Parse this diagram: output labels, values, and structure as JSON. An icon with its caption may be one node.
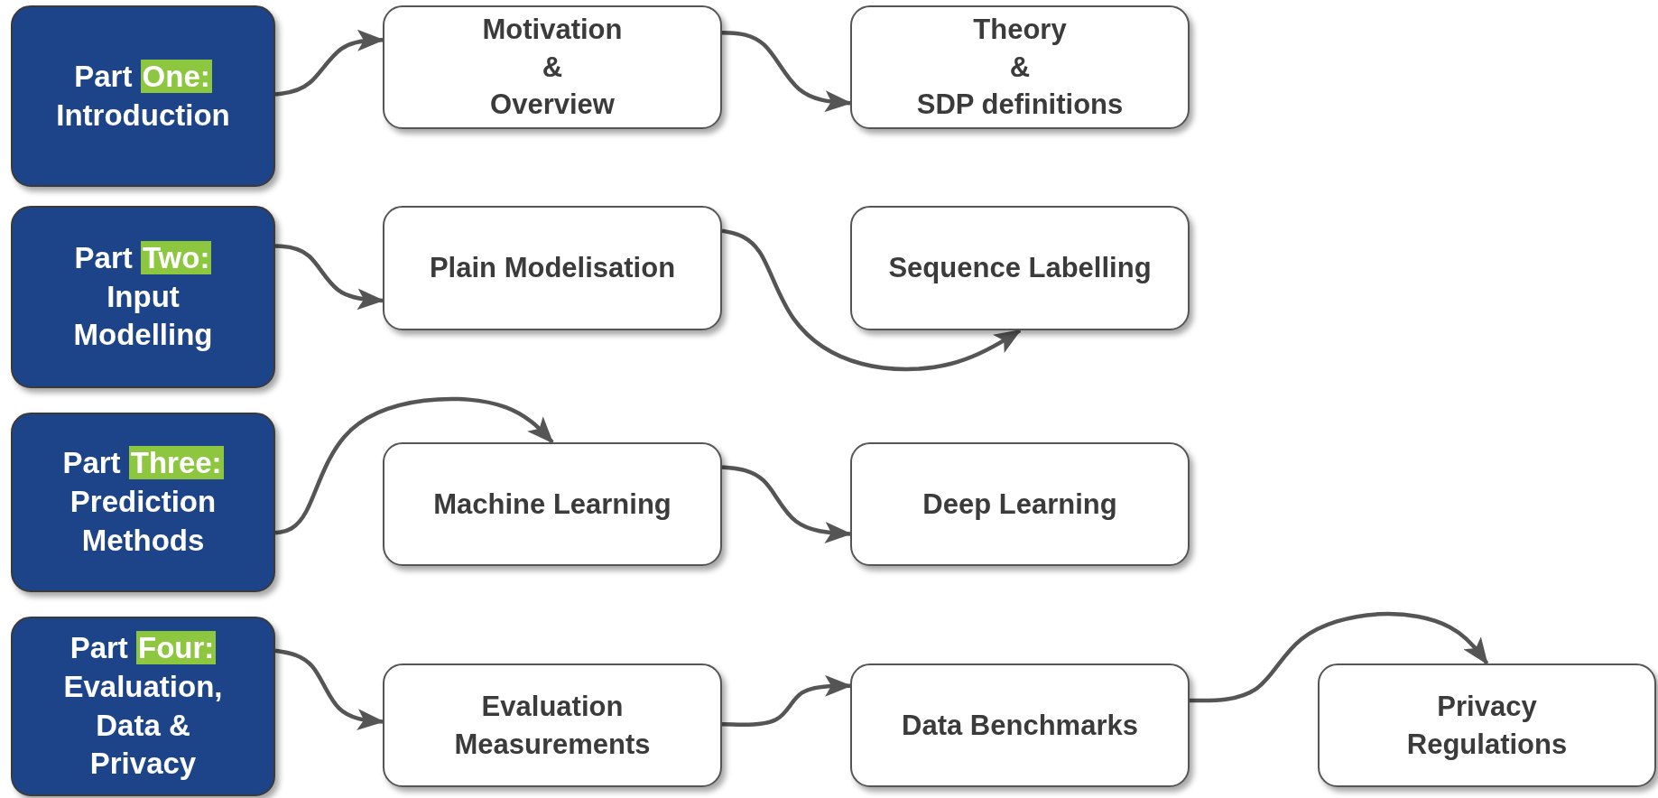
{
  "diagram": {
    "nodes": [
      {
        "text": [
          "Part One: Introduction"
        ]
      },
      {
        "text": [
          "Motivation & Overview"
        ]
      },
      {
        "text": [
          "Theory & SDP definitions"
        ]
      },
      {
        "text": [
          "Part Two: Input Modelling"
        ]
      },
      {
        "text": [
          "Plain Modelisation"
        ]
      },
      {
        "text": [
          "Sequence Labelling"
        ]
      },
      {
        "text": [
          "Part Three: Prediction Methods"
        ]
      },
      {
        "text": [
          "Machine Learning"
        ]
      },
      {
        "text": [
          "Deep Learning"
        ]
      },
      {
        "text": [
          "Part Four: Evaluation, Data & Privacy"
        ]
      },
      {
        "text": [
          "Evaluation Measurements"
        ]
      },
      {
        "text": [
          "Data Benchmarks"
        ]
      },
      {
        "text": [
          "Privacy Regulations"
        ]
      }
    ],
    "edges": [
      {
        "from": 0,
        "to": 1,
        "arrow": "to"
      },
      {
        "from": 1,
        "to": 2,
        "arrow": "to"
      },
      {
        "from": 3,
        "to": 4,
        "arrow": "to"
      },
      {
        "from": 4,
        "to": 5,
        "arrow": "to"
      },
      {
        "from": 6,
        "to": 7,
        "arrow": "to"
      },
      {
        "from": 7,
        "to": 8,
        "arrow": "to"
      },
      {
        "from": 9,
        "to": 10,
        "arrow": "to"
      },
      {
        "from": 10,
        "to": 11,
        "arrow": "to"
      },
      {
        "from": 11,
        "to": 12,
        "arrow": "to"
      }
    ]
  }
}
